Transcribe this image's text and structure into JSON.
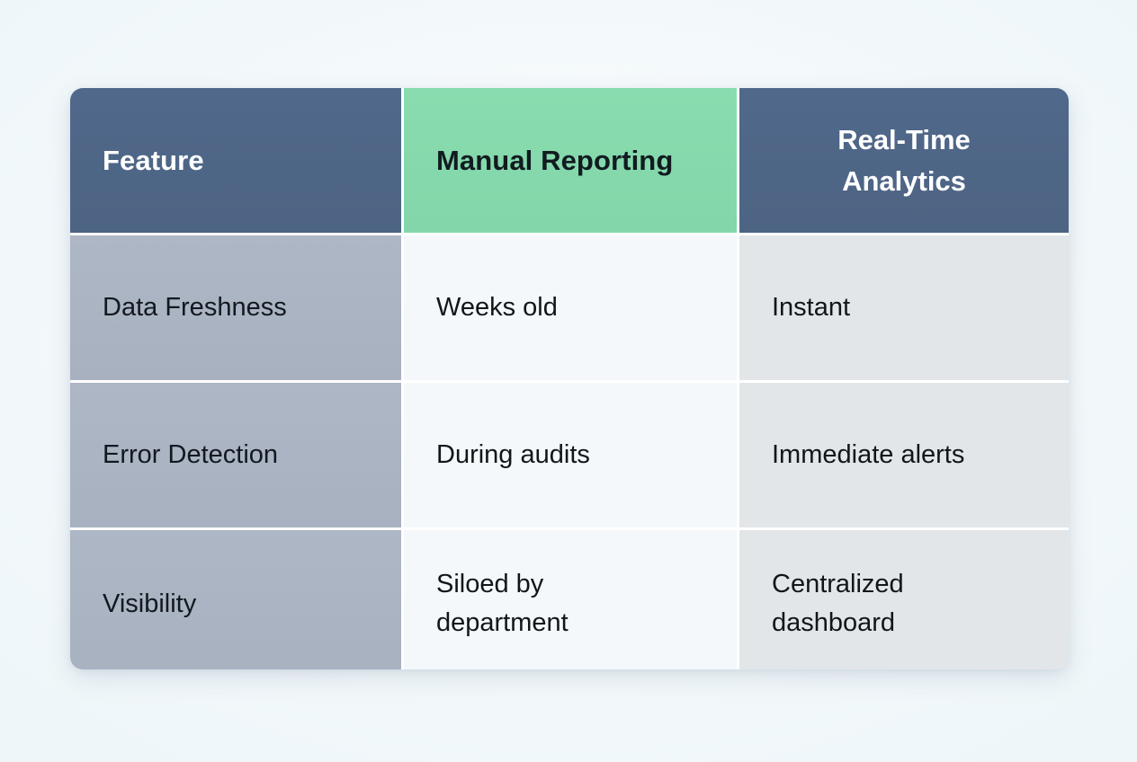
{
  "page": {
    "background_color": "#f1f7fa"
  },
  "table": {
    "accent_colors": {
      "header_dark": "#4e6585",
      "header_highlight_green": "#85d9ad",
      "feature_column": "#a9b3c2",
      "manual_column": "#f4f8fa",
      "realtime_column": "#e2e6e9",
      "header_text_light": "#ffffff",
      "body_text": "#121619"
    },
    "columns": [
      {
        "key": "feature",
        "header": "Feature",
        "align": "left",
        "header_style": "dark"
      },
      {
        "key": "manual",
        "header": "Manual Reporting",
        "align": "left",
        "header_style": "highlight"
      },
      {
        "key": "realtime",
        "header": "Real-Time Analytics",
        "align": "center",
        "header_style": "dark"
      }
    ],
    "rows": [
      {
        "feature": "Data Freshness",
        "manual": "Weeks old",
        "realtime": "Instant"
      },
      {
        "feature": "Error Detection",
        "manual": "During audits",
        "realtime": "Immediate alerts"
      },
      {
        "feature": "Visibility",
        "manual": "Siloed by department",
        "realtime": "Centralized dashboard"
      }
    ]
  }
}
